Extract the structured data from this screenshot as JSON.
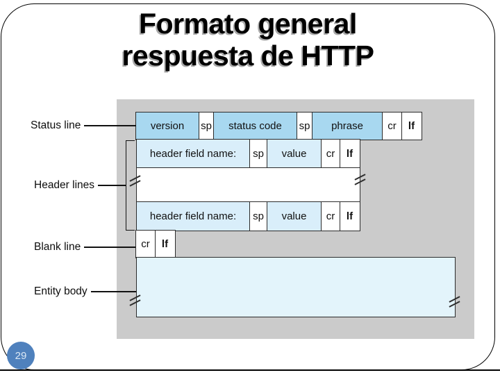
{
  "title": {
    "line1": "Formato general",
    "line2": "respuesta de HTTP"
  },
  "page_number": "29",
  "diagram": {
    "labels": {
      "status_line": "Status line",
      "header_lines": "Header lines",
      "blank_line": "Blank line",
      "entity_body": "Entity body"
    },
    "status_row": {
      "cells": [
        {
          "label": "version"
        },
        {
          "label": "sp"
        },
        {
          "label": "status code"
        },
        {
          "label": "sp"
        },
        {
          "label": "phrase"
        },
        {
          "label": "cr"
        },
        {
          "label": "lf"
        }
      ]
    },
    "header_row_1": {
      "cells": [
        {
          "label": "header field name:"
        },
        {
          "label": "sp"
        },
        {
          "label": "value"
        },
        {
          "label": "cr"
        },
        {
          "label": "lf"
        }
      ]
    },
    "header_row_2": {
      "cells": [
        {
          "label": "header field name:"
        },
        {
          "label": "sp"
        },
        {
          "label": "value"
        },
        {
          "label": "cr"
        },
        {
          "label": "lf"
        }
      ]
    },
    "blank_row": {
      "cells": [
        {
          "label": "cr"
        },
        {
          "label": "lf"
        }
      ]
    }
  },
  "colors": {
    "medium_blue": "#a8d8f0",
    "light_blue": "#d9eefa",
    "pale_blue": "#e3f4fb",
    "panel_gray": "#cbcbcb",
    "page_circle_blue": "#4f81bd",
    "title_shadow_gray": "#a9a9a9"
  }
}
